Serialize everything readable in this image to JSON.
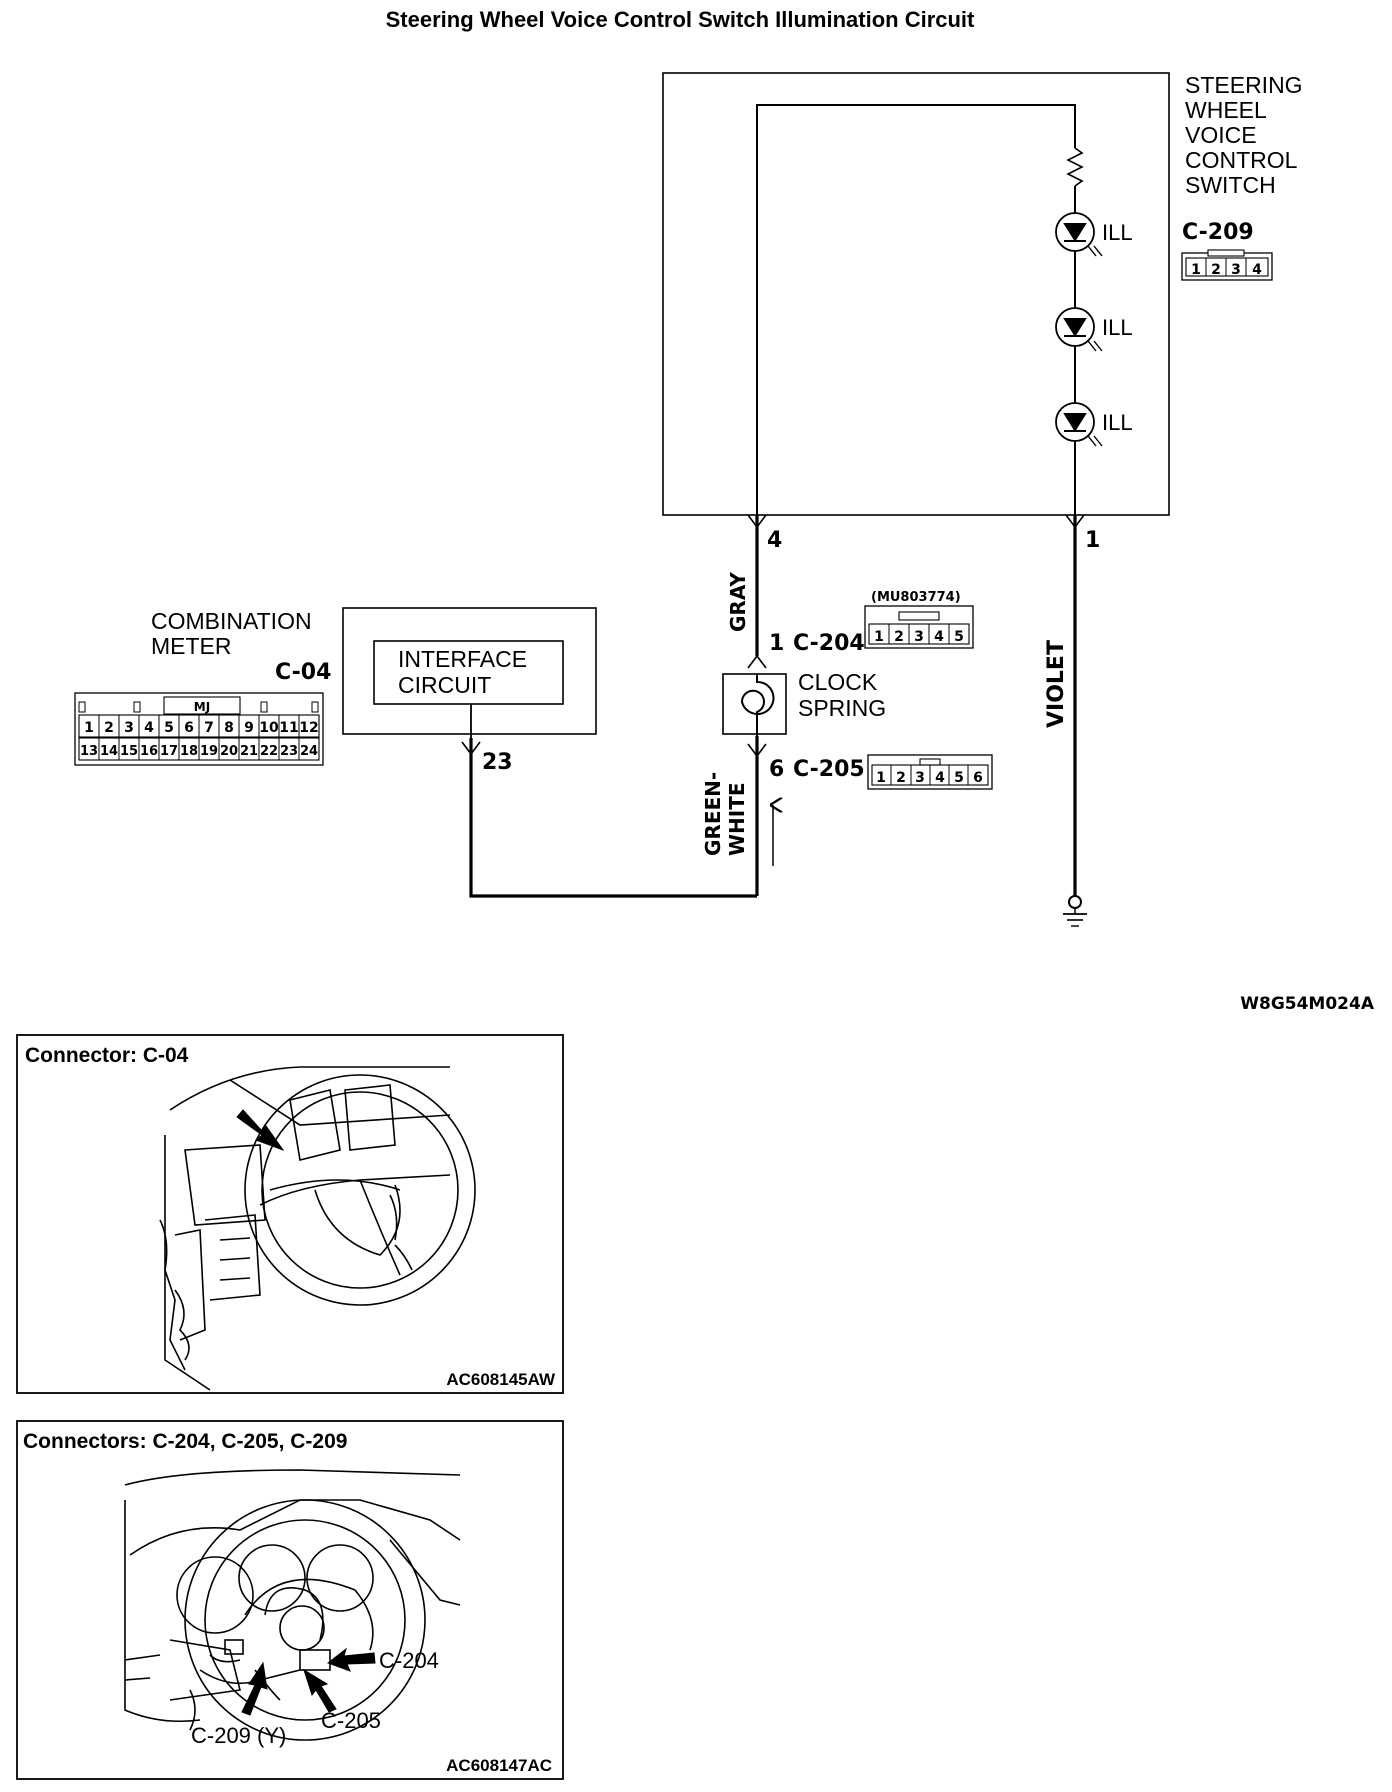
{
  "title": "Steering Wheel Voice Control Switch Illumination Circuit",
  "diagram_code": "W8G54M024A",
  "switch": {
    "name_lines": [
      "STEERING",
      "WHEEL",
      "VOICE",
      "CONTROL",
      "SWITCH"
    ],
    "connector": "C-209",
    "connector_pins": [
      "1",
      "2",
      "3",
      "4"
    ],
    "leds": [
      "ILL",
      "ILL",
      "ILL"
    ],
    "pin_left": "4",
    "pin_right": "1"
  },
  "wires": {
    "gray": "GRAY",
    "violet": "VIOLET",
    "green": "GREEN-",
    "white": "WHITE"
  },
  "clock_spring": {
    "name_lines": [
      "CLOCK",
      "SPRING"
    ],
    "upper_pin": "1",
    "upper_connector": "C-204",
    "upper_part_no": "(MU803774)",
    "upper_pins": [
      "1",
      "2",
      "3",
      "4",
      "5"
    ],
    "lower_pin": "6",
    "lower_connector": "C-205",
    "lower_pins": [
      "1",
      "2",
      "3",
      "4",
      "5",
      "6"
    ]
  },
  "meter": {
    "name_lines": [
      "COMBINATION",
      "METER"
    ],
    "connector": "C-04",
    "connector_tag": "MJ",
    "interface_lines": [
      "INTERFACE",
      "CIRCUIT"
    ],
    "pin": "23",
    "pins_top": [
      "1",
      "2",
      "3",
      "4",
      "5",
      "6",
      "7",
      "8",
      "9",
      "10",
      "11",
      "12"
    ],
    "pins_bottom": [
      "13",
      "14",
      "15",
      "16",
      "17",
      "18",
      "19",
      "20",
      "21",
      "22",
      "23",
      "24"
    ]
  },
  "panels": [
    {
      "heading": "Connector: C-04",
      "code": "AC608145AW"
    },
    {
      "heading": "Connectors: C-204, C-205, C-209",
      "code": "AC608147AC",
      "callouts": [
        "C-204",
        "C-209 (Y)",
        "C-205"
      ]
    }
  ]
}
